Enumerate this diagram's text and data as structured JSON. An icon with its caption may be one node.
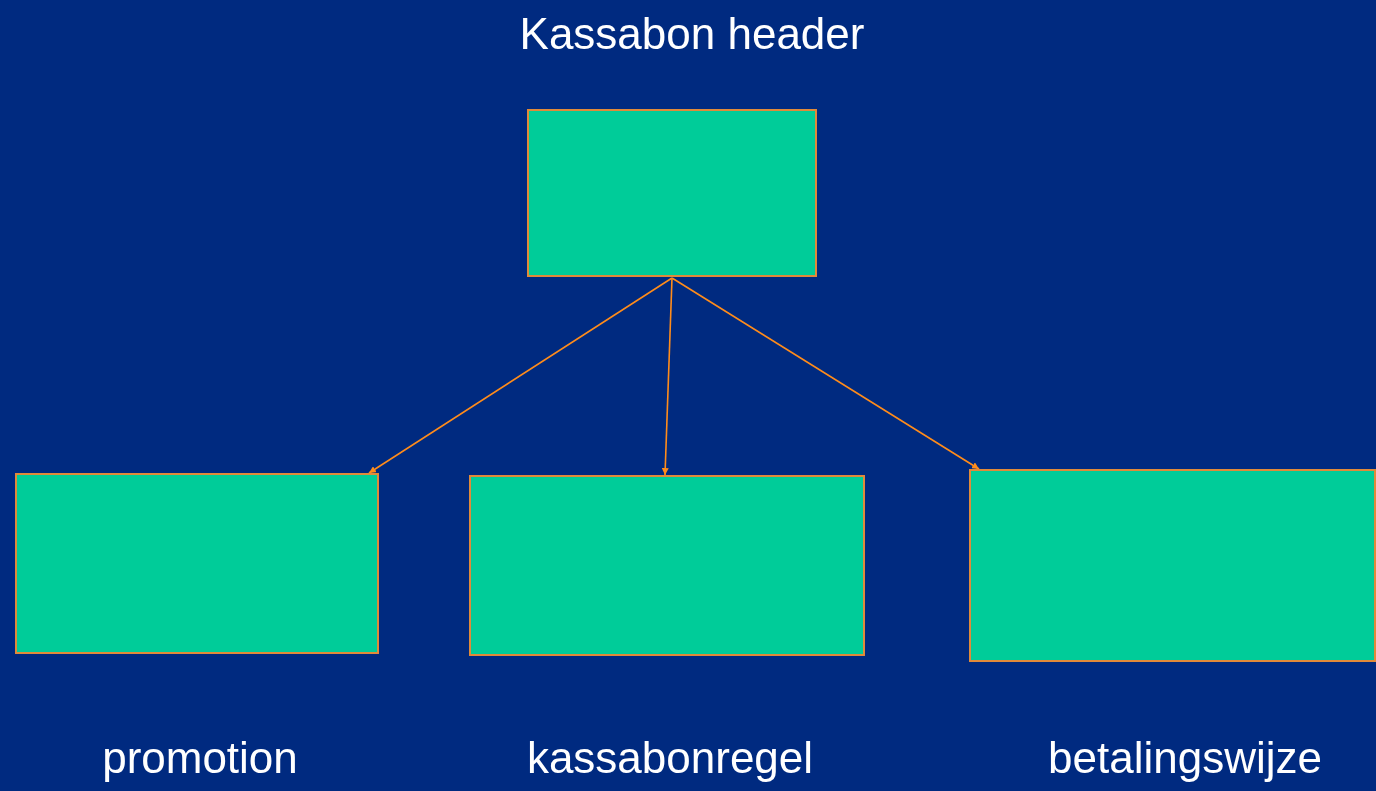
{
  "diagram": {
    "nodes": [
      {
        "text": [
          "Kassabon header"
        ]
      },
      {
        "text": [
          "promotion"
        ]
      },
      {
        "text": [
          "kassabonregel"
        ]
      },
      {
        "text": [
          "betalingswijze"
        ]
      }
    ],
    "edges": [
      {
        "from": 0,
        "to": 1,
        "arrow": "to"
      },
      {
        "from": 0,
        "to": 2,
        "arrow": "to"
      },
      {
        "from": 0,
        "to": 3,
        "arrow": "to"
      }
    ]
  }
}
